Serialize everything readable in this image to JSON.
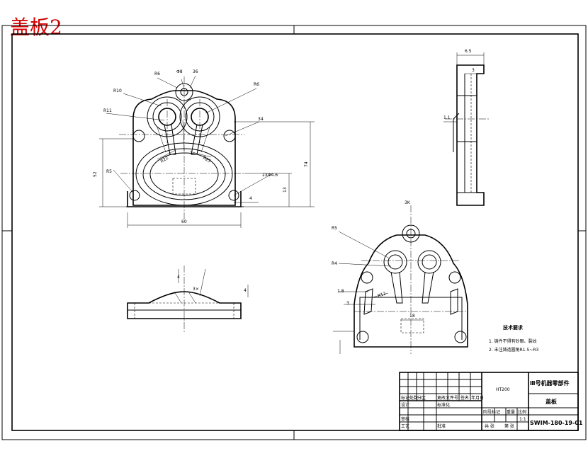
{
  "title": "盖板2",
  "tech_requirements": {
    "heading": "技术要求",
    "lines": [
      "1. 铸件不得有砂眼、裂纹",
      "2. 未注铸造圆角R1.5~R3"
    ]
  },
  "title_block": {
    "design_name": "Ⅲ号机器零部件",
    "part_name": "盖板",
    "drawing_number": "SWIM-180-19-01",
    "material": "HT200",
    "scale": "1:1",
    "labels": [
      "标记",
      "处数",
      "分区",
      "更改文件号",
      "签名",
      "年月日",
      "设计",
      "标准化",
      "审核",
      "工艺",
      "批准",
      "阶段标记",
      "重量",
      "比例",
      "共 张",
      "第 张"
    ]
  },
  "front_view_dims": {
    "d1": "R6",
    "d2": "Φ8",
    "d3": "36",
    "d4": "R6",
    "d5": "R10",
    "d6": "R11",
    "d7": "34",
    "d8": "R22",
    "d9": "R25",
    "d10": "52",
    "d11": "R5",
    "d12": "2XΦ4.6",
    "d13": "13",
    "d14": "74",
    "d15": "4",
    "d16": "60"
  },
  "side_view_dims": {
    "top": "6.5",
    "small": "3",
    "left": "1.1"
  },
  "section_view_dims": {
    "left": "4",
    "angle": "3×",
    "right": "4"
  },
  "right_view_dims": {
    "top": "3K",
    "r1": "R5",
    "r2": "R4",
    "r3": "R12",
    "left1": "1.8",
    "left2": "3",
    "bottom": "18"
  }
}
